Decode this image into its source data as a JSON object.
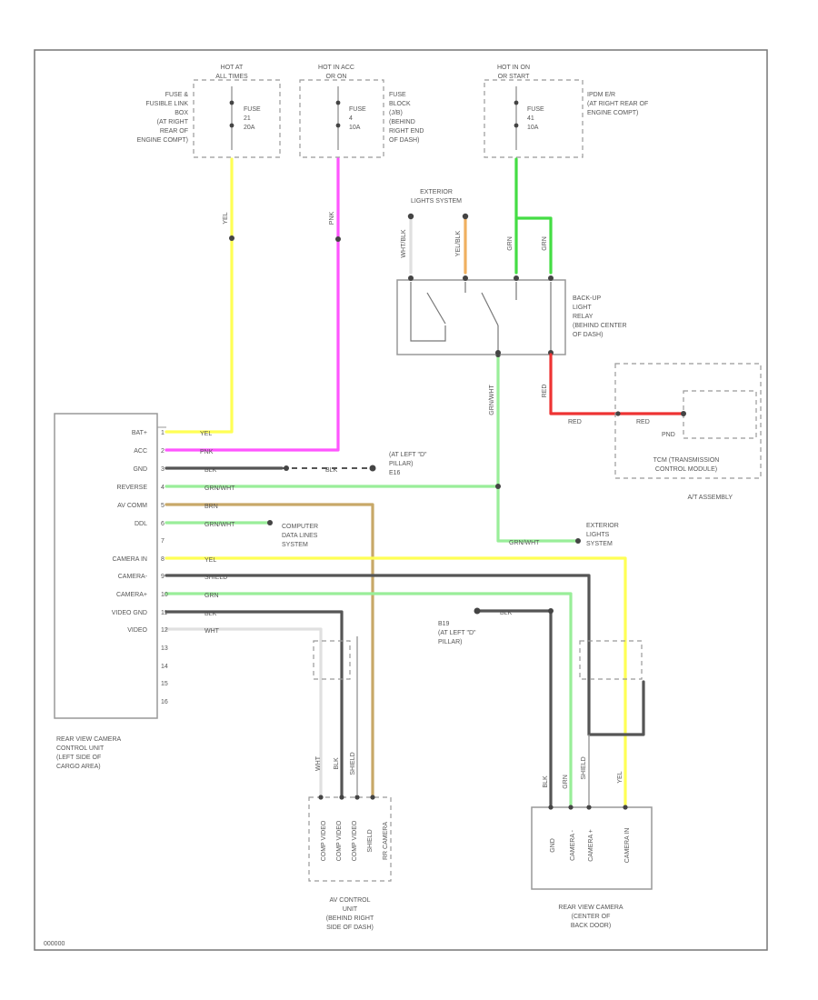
{
  "colors": {
    "yellow": "#ffff55",
    "pink": "#ff55ff",
    "green": "#99ee99",
    "bright_green": "#44dd44",
    "red": "#ee3333",
    "tan": "#c8a868",
    "dark": "#555555",
    "white_wire": "#e0e0e0",
    "orange": "#f0b060"
  },
  "fuses": [
    {
      "hot": [
        "HOT AT",
        "ALL TIMES"
      ],
      "fuse": [
        "FUSE",
        "21",
        "20A"
      ],
      "desc": [
        "FUSE &",
        "FUSIBLE LINK",
        "BOX",
        "(AT RIGHT",
        "REAR OF",
        "ENGINE COMPT)"
      ]
    },
    {
      "hot": [
        "HOT IN ACC",
        "OR ON"
      ],
      "fuse": [
        "FUSE",
        "4",
        "10A"
      ],
      "desc": [
        "FUSE",
        "BLOCK",
        "(J/B)",
        "(BEHIND",
        "RIGHT END",
        "OF DASH)"
      ]
    },
    {
      "hot": [
        "HOT IN ON",
        "OR START"
      ],
      "fuse": [
        "FUSE",
        "41",
        "10A"
      ],
      "desc": [
        "IPDM E/R",
        "(AT RIGHT REAR OF",
        "ENGINE COMPT)"
      ]
    }
  ],
  "wires": {
    "yel": "YEL",
    "pnk": "PNK",
    "blk": "BLK",
    "grn_wht": "GRN/WHT",
    "brn": "BRN",
    "shield": "SHIELD",
    "grn": "GRN",
    "wht": "WHT",
    "red": "RED",
    "wht_blk": "WHT/BLK",
    "yel_blk": "YEL/BLK",
    "e16": "E16",
    "b19": "B19"
  },
  "relay": {
    "exterior": [
      "EXTERIOR",
      "LIGHTS SYSTEM"
    ],
    "label": [
      "BACK-UP",
      "LIGHT",
      "RELAY",
      "(BEHIND CENTER",
      "OF DASH)"
    ]
  },
  "tcm": {
    "pnd": "PND",
    "label": [
      "TCM (TRANSMISSION",
      "CONTROL MODULE)"
    ],
    "assembly": "A/T ASSEMBLY"
  },
  "control_unit": {
    "pins": [
      {
        "num": "1",
        "label": "BAT+"
      },
      {
        "num": "2",
        "label": "ACC"
      },
      {
        "num": "3",
        "label": "GND"
      },
      {
        "num": "4",
        "label": "REVERSE"
      },
      {
        "num": "5",
        "label": "AV COMM"
      },
      {
        "num": "6",
        "label": "DDL"
      },
      {
        "num": "7",
        "label": ""
      },
      {
        "num": "8",
        "label": "CAMERA IN"
      },
      {
        "num": "9",
        "label": "CAMERA-"
      },
      {
        "num": "10",
        "label": "CAMERA+"
      },
      {
        "num": "11",
        "label": "VIDEO GND"
      },
      {
        "num": "12",
        "label": "VIDEO"
      },
      {
        "num": "13",
        "label": ""
      },
      {
        "num": "14",
        "label": ""
      },
      {
        "num": "15",
        "label": ""
      },
      {
        "num": "16",
        "label": ""
      }
    ],
    "label": [
      "REAR VIEW CAMERA",
      "CONTROL UNIT",
      "(LEFT SIDE OF",
      "CARGO AREA)"
    ]
  },
  "ground_a": {
    "label": [
      "(AT LEFT \"D\"",
      "PILLAR)"
    ]
  },
  "ground_b": {
    "label": [
      "(AT LEFT \"D\"",
      "PILLAR)"
    ]
  },
  "computer": [
    "COMPUTER",
    "DATA LINES",
    "SYSTEM"
  ],
  "exterior2": [
    "EXTERIOR",
    "LIGHTS",
    "SYSTEM"
  ],
  "av_unit": {
    "pins": [
      "COMP VIDEO",
      "COMP VIDEO",
      "COMP VIDEO",
      "SHIELD",
      "RR CAMERA"
    ],
    "label": [
      "AV CONTROL",
      "UNIT",
      "(BEHIND RIGHT",
      "SIDE OF DASH)"
    ]
  },
  "camera": {
    "pins": [
      "GND",
      "CAMERA -",
      "CAMERA +",
      "CAMERA IN"
    ],
    "label": [
      "REAR VIEW CAMERA",
      "(CENTER OF",
      "BACK DOOR)"
    ]
  },
  "footer": "000000"
}
